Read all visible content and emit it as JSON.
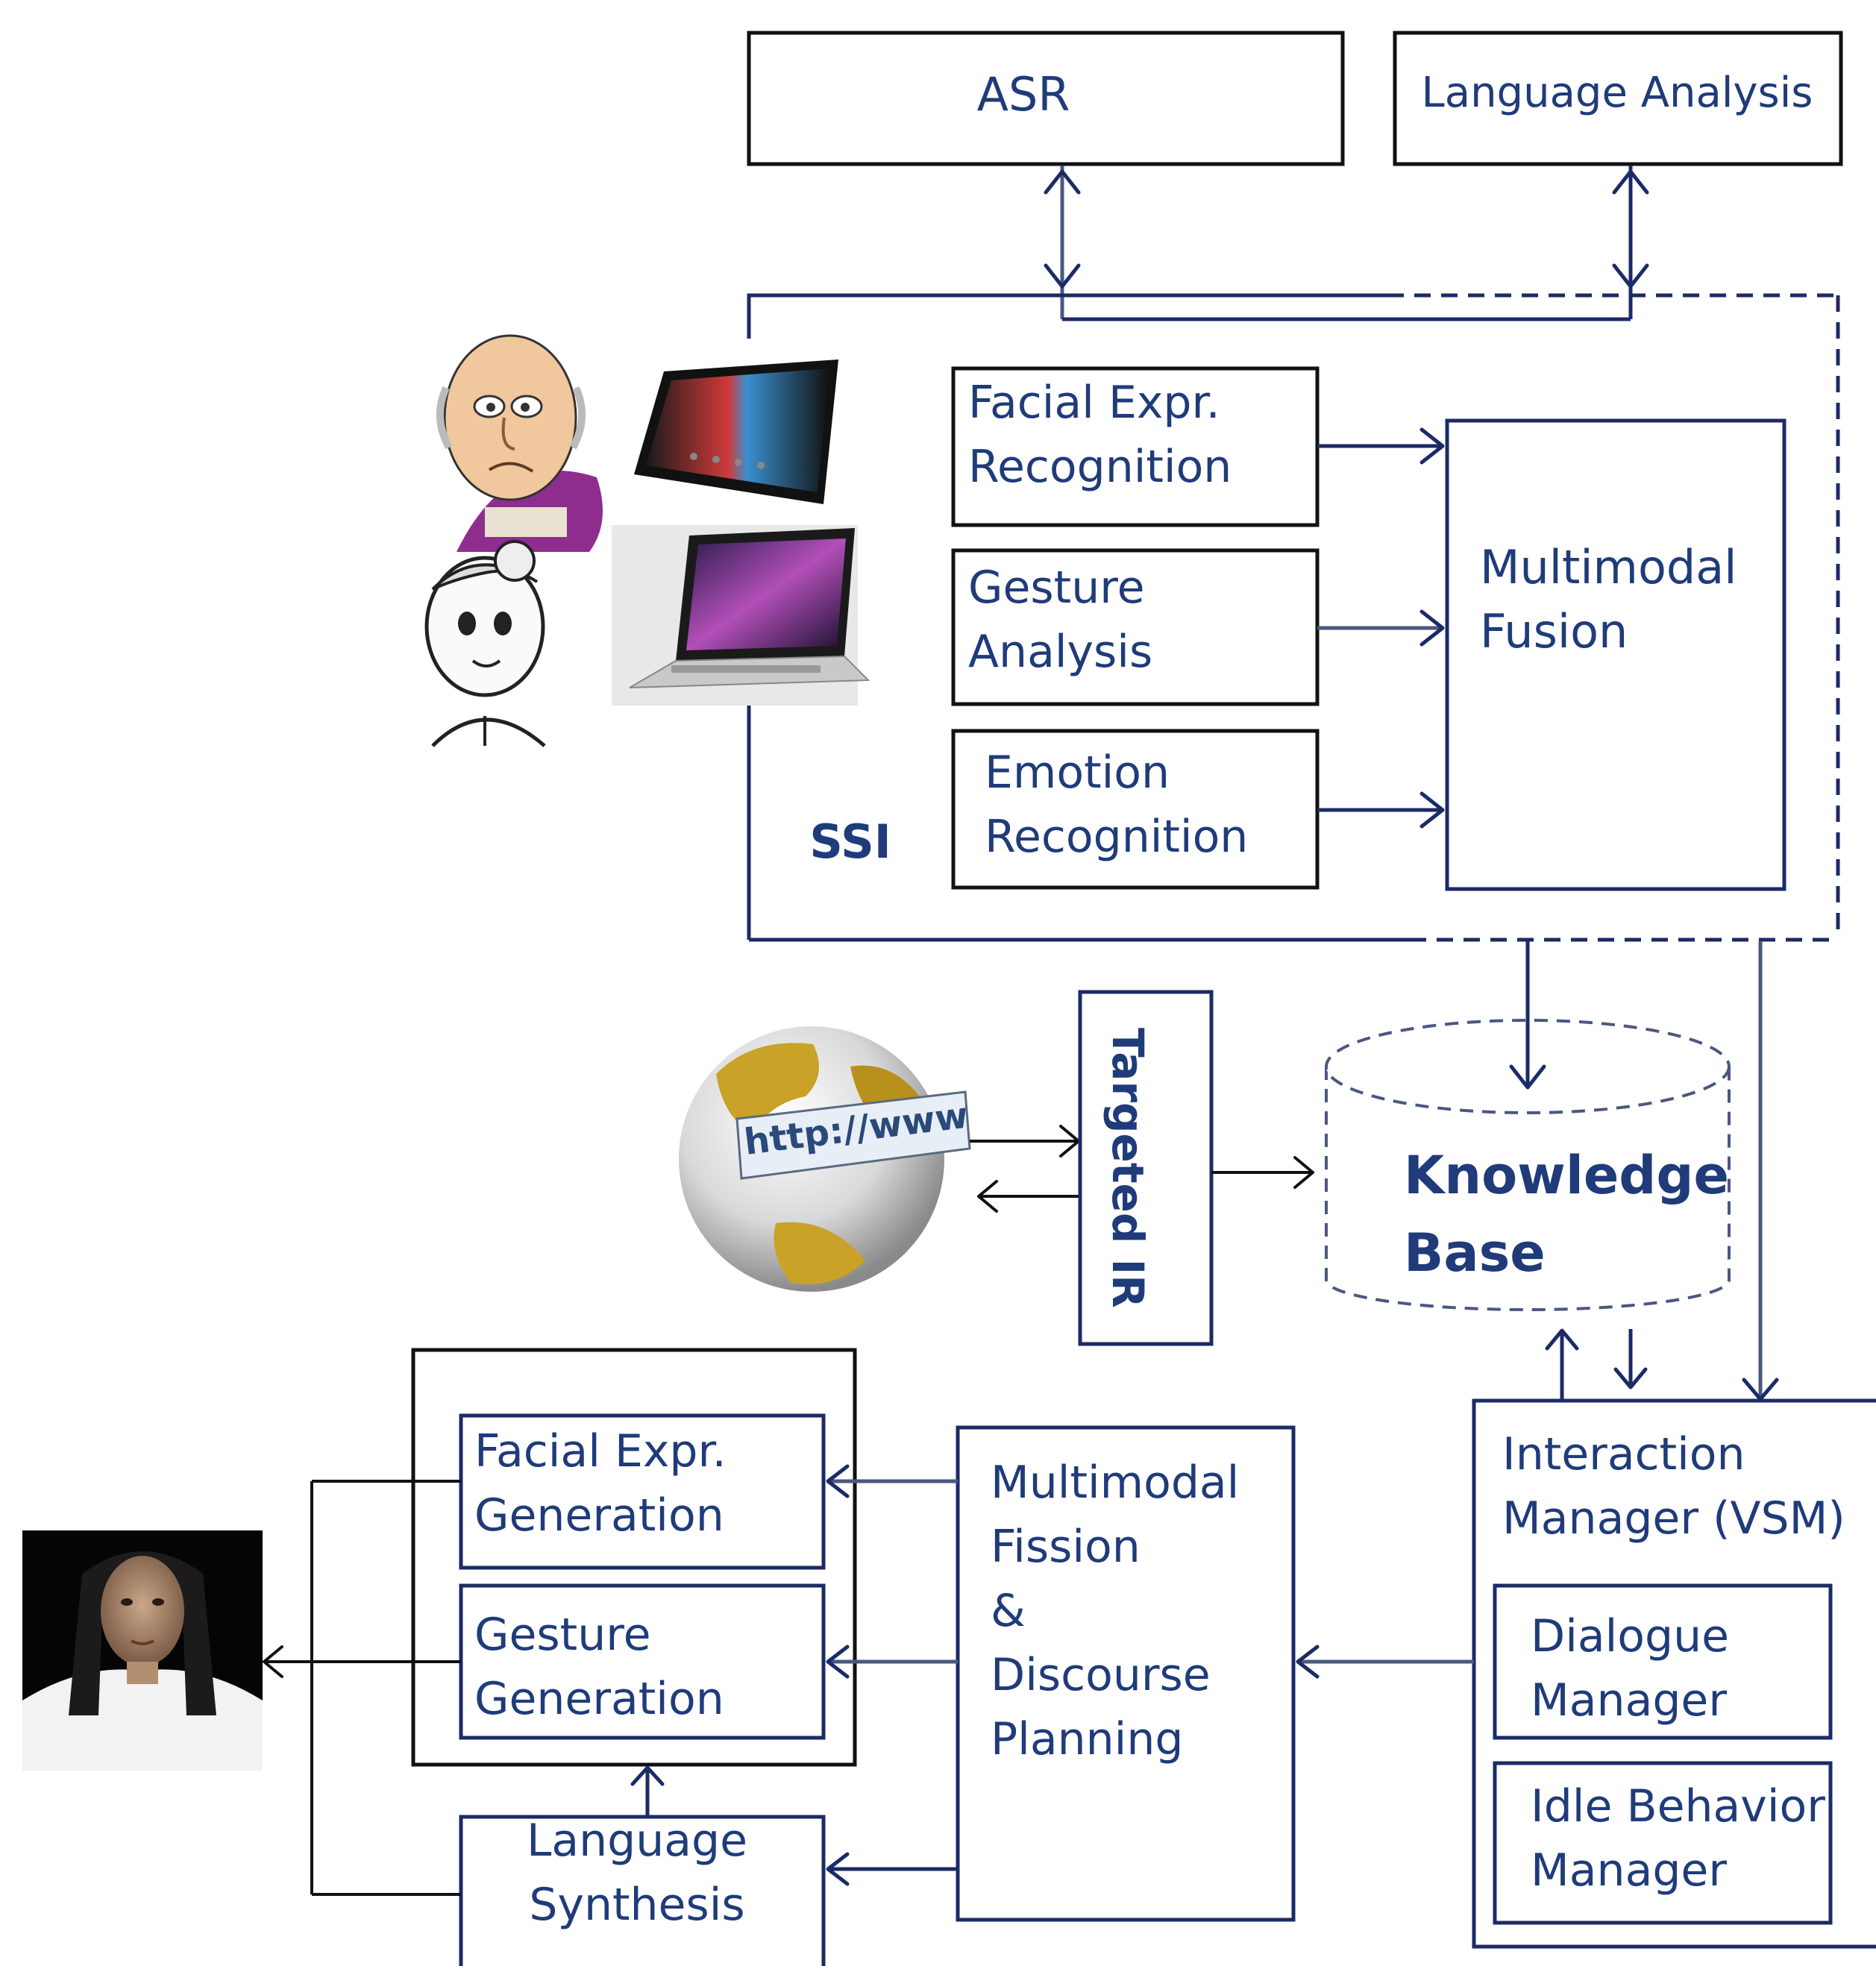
{
  "boxes": {
    "asr": "ASR",
    "language_analysis": "Language Analysis",
    "facial_expr_recognition": [
      "Facial Expr.",
      "Recognition"
    ],
    "gesture_analysis": [
      "Gesture",
      "Analysis"
    ],
    "emotion_recognition": [
      "Emotion",
      "Recognition"
    ],
    "multimodal_fusion": [
      "Multimodal",
      "Fusion"
    ],
    "ssi": "SSI",
    "targeted_ir": "Targeted IR",
    "knowledge_base": [
      "Knowledge",
      "Base"
    ],
    "facial_expr_generation": [
      "Facial Expr.",
      "Generation"
    ],
    "gesture_generation": [
      "Gesture",
      "Generation"
    ],
    "language_synthesis": [
      "Language",
      "Synthesis"
    ],
    "multimodal_fission": [
      "Multimodal",
      "Fission",
      "&",
      "Discourse",
      "Planning"
    ],
    "interaction_manager": [
      "Interaction",
      "Manager (VSM)"
    ],
    "dialogue_manager": [
      "Dialogue",
      "Manager"
    ],
    "idle_behavior_manager": [
      "Idle Behavior",
      "Manager"
    ]
  },
  "images": {
    "globe_text": "http://www"
  },
  "icons": [
    "elderly-man-cartoon-icon",
    "tablet-icon",
    "woman-sketch-icon",
    "laptop-icon",
    "globe-www-icon",
    "virtual-agent-avatar-icon"
  ],
  "colors": {
    "box_text": "#1f3b7a",
    "box_border_blue": "#1c2b66",
    "box_border_black": "#111111",
    "globe_gold": "#c9a227"
  }
}
